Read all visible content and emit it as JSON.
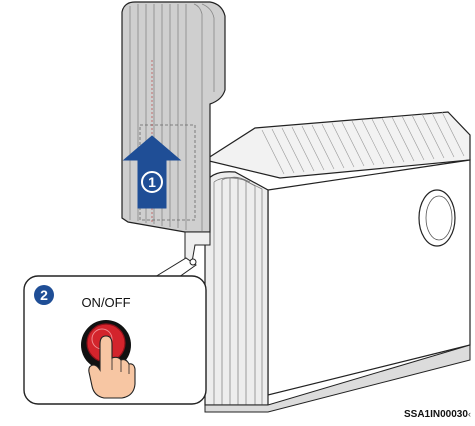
{
  "steps": {
    "step1": "1",
    "step2": "2"
  },
  "callout": {
    "switch_label": "ON/OFF"
  },
  "figure_ref": "SSA1IN00030",
  "colors": {
    "step_badge": "#1f4e96",
    "arrow": "#1f4e96",
    "switch_red": "#d3242c",
    "switch_ring": "#111111",
    "hand": "#f7c6a3",
    "line": "#222222"
  },
  "icons": {
    "arrow": "arrow-up-icon",
    "hand": "hand-pointer-icon"
  }
}
